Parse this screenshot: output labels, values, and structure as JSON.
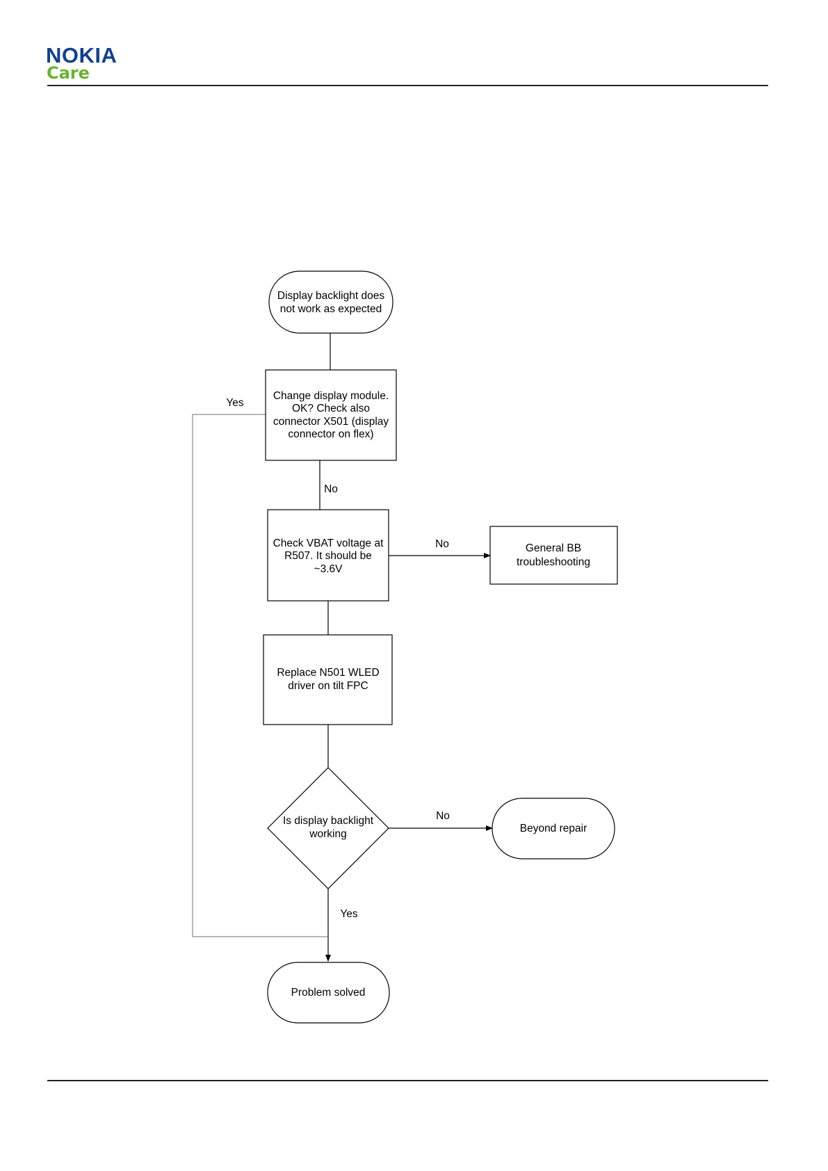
{
  "header": {
    "logo_main": "NOKIA",
    "logo_sub": "Care",
    "brand_blue": "#124191",
    "brand_green": "#67b32e"
  },
  "flowchart": {
    "nodes": [
      {
        "id": "start",
        "shape": "terminal",
        "lines": [
          "Display backlight does",
          "not work as expected"
        ]
      },
      {
        "id": "change_display",
        "shape": "process",
        "lines": [
          "Change display module.",
          "OK? Check also",
          "connector X501 (display",
          "connector on flex)"
        ]
      },
      {
        "id": "check_vbat",
        "shape": "process",
        "lines": [
          "Check VBAT voltage at",
          "R507. It should be",
          "~3.6V"
        ]
      },
      {
        "id": "general_bb",
        "shape": "process",
        "lines": [
          "General BB",
          "troubleshooting"
        ]
      },
      {
        "id": "replace_n501",
        "shape": "process",
        "lines": [
          "Replace N501 WLED",
          "driver on tilt FPC"
        ]
      },
      {
        "id": "is_working",
        "shape": "decision",
        "lines": [
          "Is display backlight",
          "working"
        ]
      },
      {
        "id": "beyond_repair",
        "shape": "terminal",
        "lines": [
          "Beyond repair"
        ]
      },
      {
        "id": "problem_solved",
        "shape": "terminal",
        "lines": [
          "Problem solved"
        ]
      }
    ],
    "edges": [
      {
        "from": "start",
        "to": "change_display",
        "label": ""
      },
      {
        "from": "change_display",
        "to": "problem_solved",
        "label": "Yes"
      },
      {
        "from": "change_display",
        "to": "check_vbat",
        "label": "No"
      },
      {
        "from": "check_vbat",
        "to": "general_bb",
        "label": "No"
      },
      {
        "from": "check_vbat",
        "to": "replace_n501",
        "label": ""
      },
      {
        "from": "replace_n501",
        "to": "is_working",
        "label": ""
      },
      {
        "from": "is_working",
        "to": "beyond_repair",
        "label": "No"
      },
      {
        "from": "is_working",
        "to": "problem_solved",
        "label": "Yes"
      }
    ]
  }
}
